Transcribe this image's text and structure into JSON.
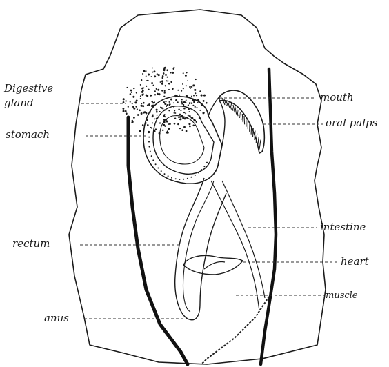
{
  "figure": {
    "labels": {
      "digestive_gland": "Digestive gland",
      "stomach": "stomach",
      "rectum": "rectum",
      "anus": "anus",
      "mouth": "mouth",
      "oral_palps": "oral palps",
      "intestine": "intestine",
      "heart": "heart",
      "muscle": "muscle"
    },
    "colors": {
      "ink": "#1a1a1a",
      "background": "#ffffff"
    }
  }
}
